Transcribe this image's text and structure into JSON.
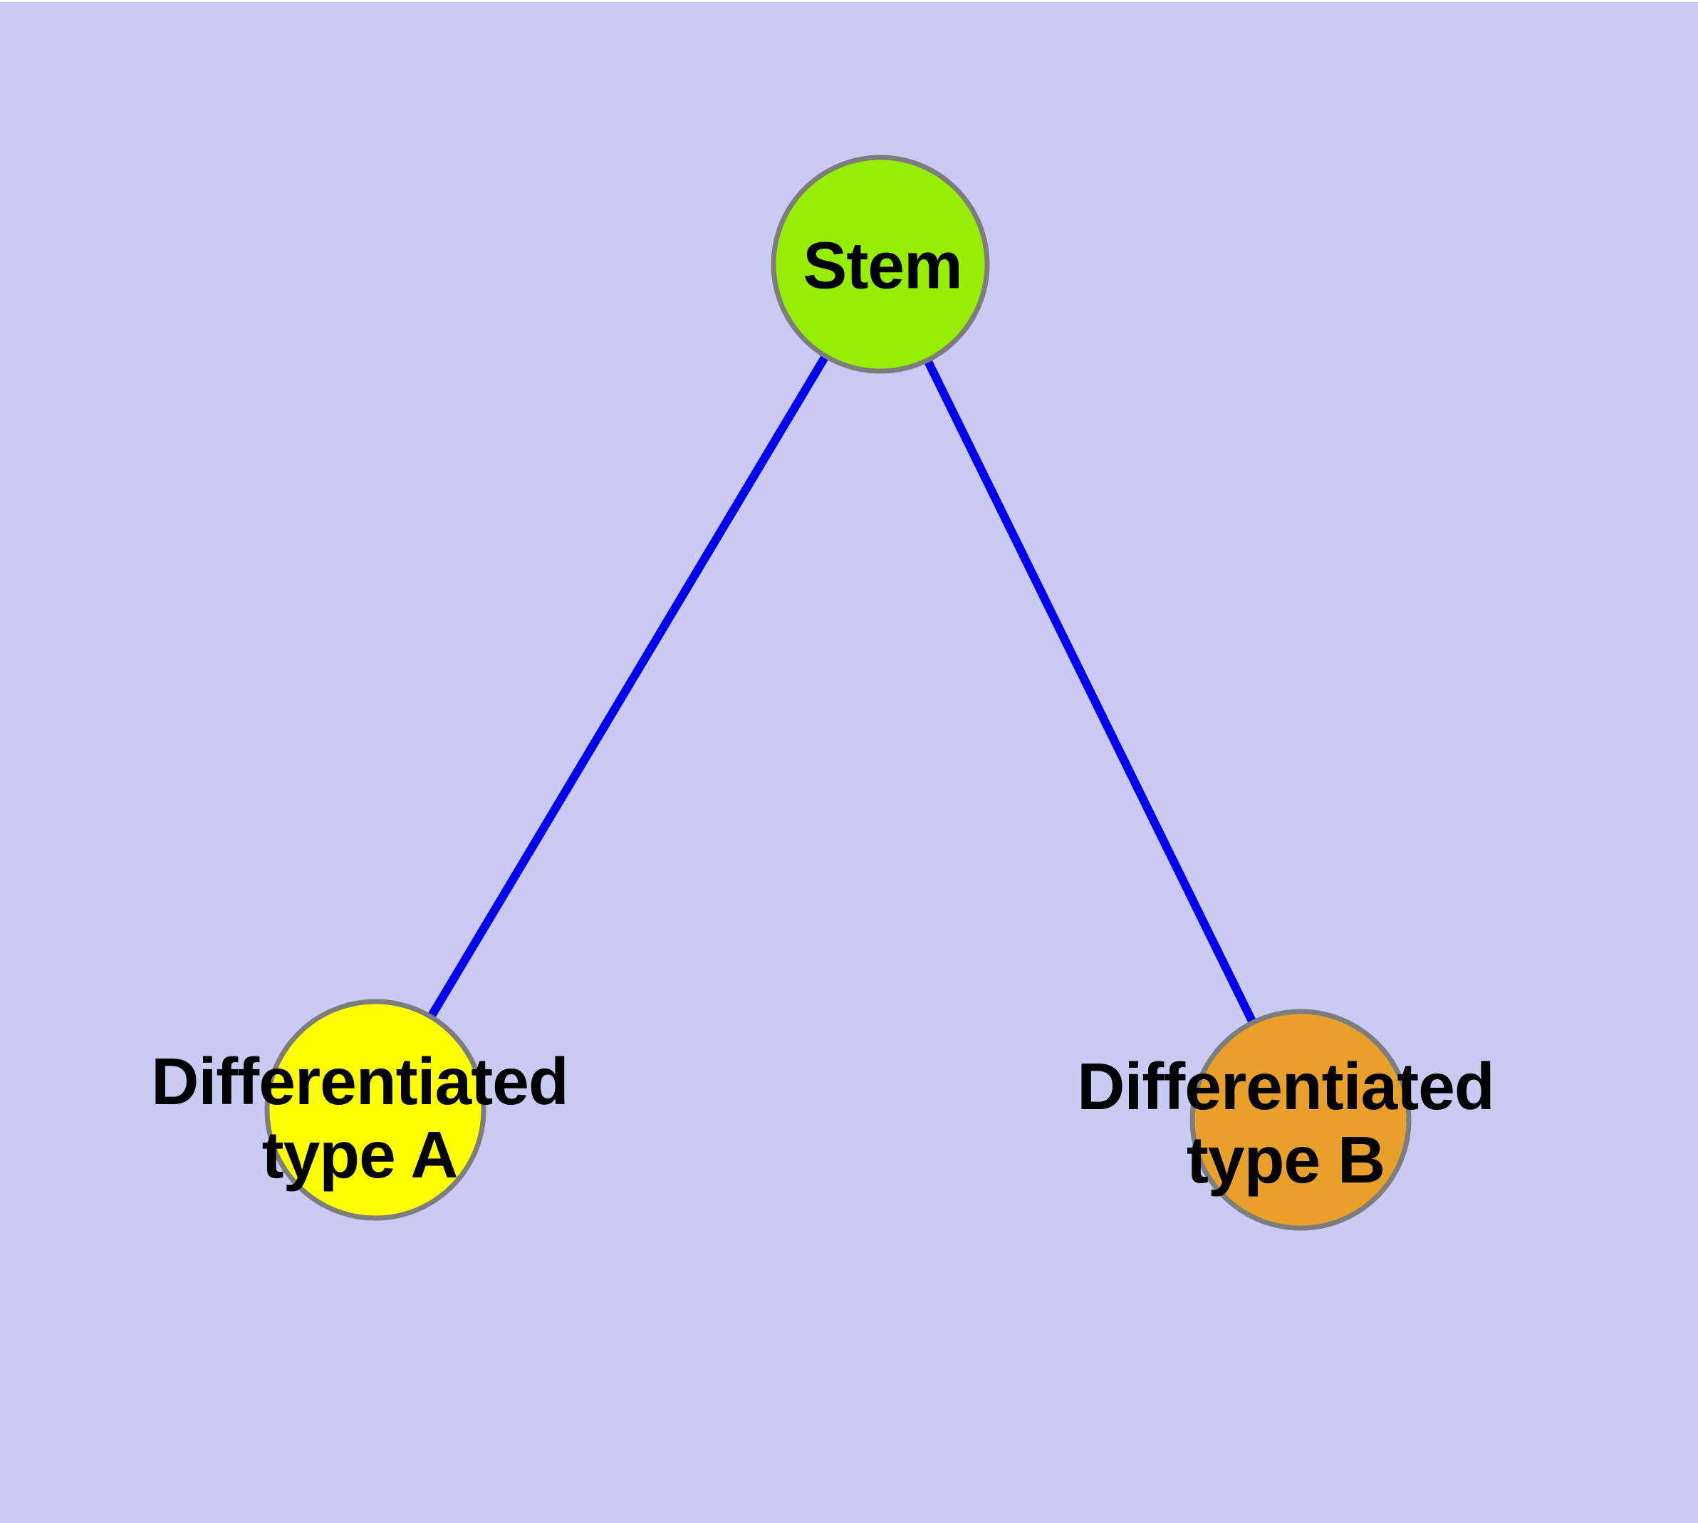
{
  "diagram": {
    "type": "node-link-graph",
    "background": "#cacaf4",
    "top_margin_color": "#ffffff"
  },
  "colors": {
    "edge": "#0000f0",
    "node_border": "#7d7d7d",
    "label_text": "#000000"
  },
  "nodes": {
    "stem": {
      "id": "stem",
      "label": "Stem",
      "fill": "#97ee00"
    },
    "type_a": {
      "id": "type_a",
      "label": "Differentiated\ntype A",
      "fill": "#ffff00"
    },
    "type_b": {
      "id": "type_b",
      "label": "Differentiated\ntype B",
      "fill": "#e8a02b"
    }
  },
  "edges": [
    {
      "from": "stem",
      "to": "type_a"
    },
    {
      "from": "stem",
      "to": "type_b"
    }
  ]
}
